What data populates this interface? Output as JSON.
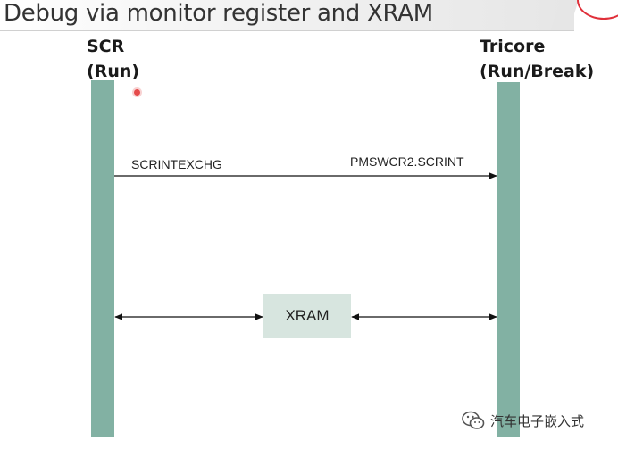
{
  "title": "Debug via monitor register and XRAM",
  "actors": {
    "left": {
      "name": "SCR",
      "state": "(Run)"
    },
    "right": {
      "name": "Tricore",
      "state": "(Run/Break)"
    }
  },
  "messages": {
    "left_label": "SCRINTEXCHG",
    "right_label": "PMSWCR2.SCRINT"
  },
  "xram": {
    "label": "XRAM"
  },
  "watermark": {
    "text": "汽车电子嵌入式",
    "icon": "wechat-icon"
  },
  "colors": {
    "lane": "#82b1a3",
    "xram_fill": "#d7e5df",
    "accent_red": "#e0303a"
  }
}
